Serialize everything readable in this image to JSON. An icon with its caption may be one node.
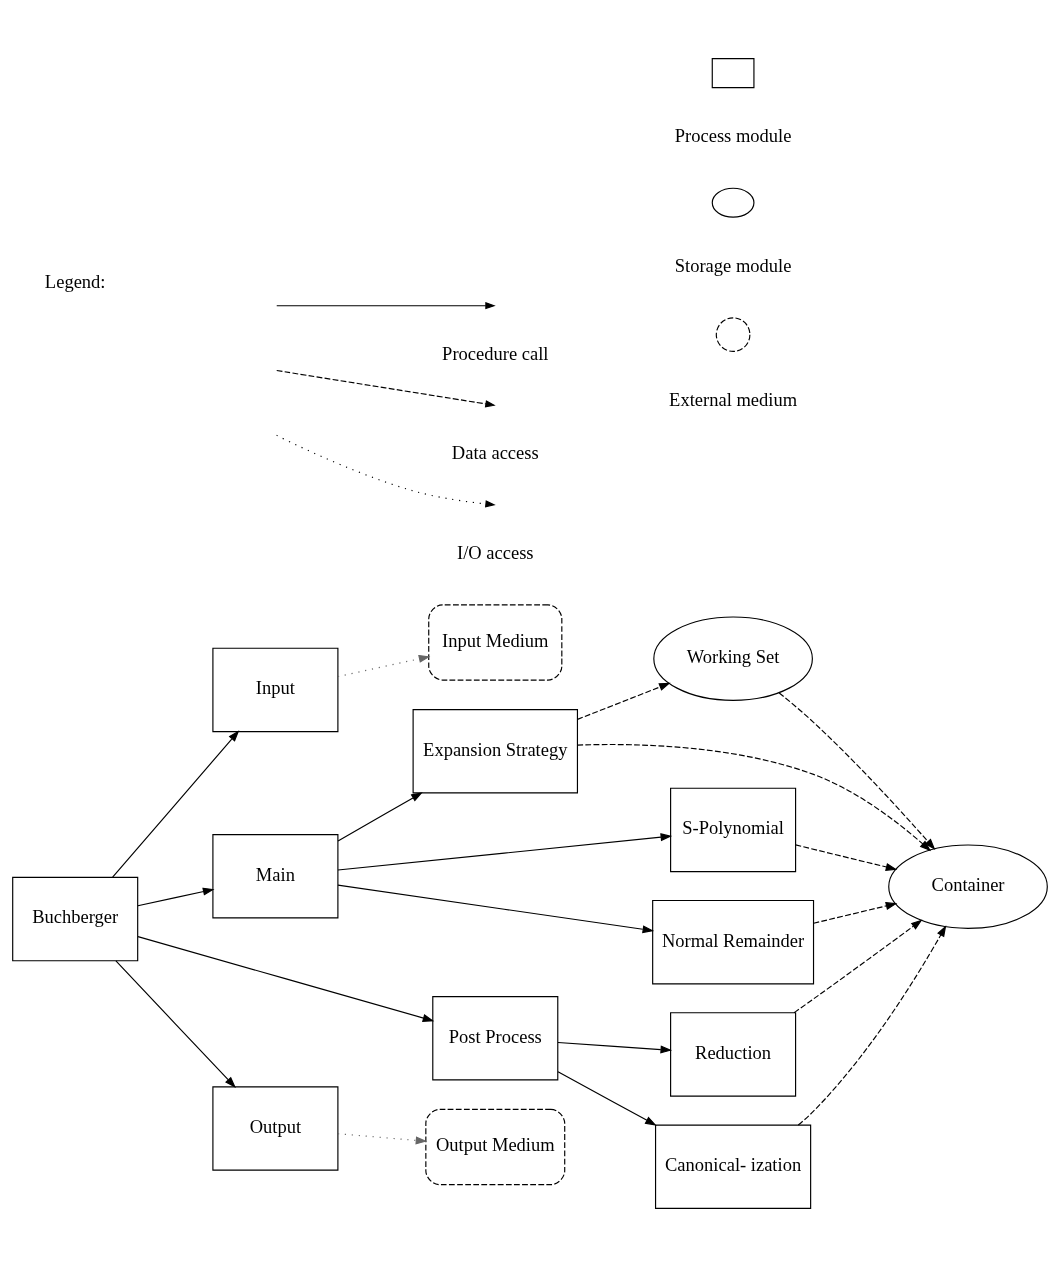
{
  "diagram": {
    "nodes": [
      {
        "text": [
          "Buchberger"
        ]
      },
      {
        "text": [
          "Input"
        ]
      },
      {
        "text": [
          "Main"
        ]
      },
      {
        "text": [
          "Post Process"
        ]
      },
      {
        "text": [
          "Output"
        ]
      },
      {
        "text": [
          "Expansion Strategy"
        ]
      },
      {
        "text": [
          "S-Polynomial"
        ]
      },
      {
        "text": [
          "Normal Remainder"
        ]
      },
      {
        "text": [
          "Reduction"
        ]
      },
      {
        "text": [
          "Canonical- ization"
        ]
      },
      {
        "text": [
          "Input Medium"
        ]
      },
      {
        "text": [
          "Working Set"
        ]
      },
      {
        "text": [
          "Container"
        ]
      },
      {
        "text": [
          "Output Medium"
        ]
      },
      {
        "text": [],
        "shape": "box"
      },
      {
        "text": [],
        "shape": "ellipse"
      },
      {
        "text": [],
        "shape": "circle"
      }
    ],
    "edges": [
      {
        "from": 0,
        "to": 1,
        "arrow": "to"
      },
      {
        "from": 0,
        "to": 2,
        "arrow": "to"
      },
      {
        "from": 0,
        "to": 3,
        "arrow": "to"
      },
      {
        "from": 0,
        "to": 4,
        "arrow": "to"
      },
      {
        "from": 1,
        "to": 10,
        "arrow": "to",
        "style": "dashed",
        "color": "#666666"
      },
      {
        "from": 2,
        "to": 5,
        "arrow": "to"
      },
      {
        "from": 2,
        "to": 6,
        "arrow": "to"
      },
      {
        "from": 2,
        "to": 7,
        "arrow": "to"
      },
      {
        "from": 3,
        "to": 8,
        "arrow": "to"
      },
      {
        "from": 3,
        "to": 9,
        "arrow": "to"
      },
      {
        "from": 4,
        "to": 13,
        "arrow": "to",
        "style": "dashed",
        "color": "#666666"
      },
      {
        "from": 5,
        "to": 11,
        "arrow": "to",
        "style": "dashed"
      },
      {
        "from": 5,
        "to": 12,
        "arrow": "to",
        "style": "dashed"
      },
      {
        "from": 11,
        "to": 12,
        "arrow": "to",
        "style": "dashed"
      },
      {
        "from": 6,
        "to": 12,
        "arrow": "to",
        "style": "dashed"
      },
      {
        "from": 7,
        "to": 12,
        "arrow": "to",
        "style": "dashed"
      },
      {
        "from": 8,
        "to": 12,
        "arrow": "to",
        "style": "dashed"
      },
      {
        "from": 9,
        "to": 12,
        "arrow": "to",
        "style": "dashed"
      }
    ],
    "labels": [
      "Legend:"
    ],
    "legend": [
      {
        "text": "Procedure call"
      },
      {
        "text": "Data access"
      },
      {
        "text": "I/O access"
      },
      {
        "text": "Process module"
      },
      {
        "text": "Storage module"
      },
      {
        "text": "External medium"
      }
    ]
  }
}
